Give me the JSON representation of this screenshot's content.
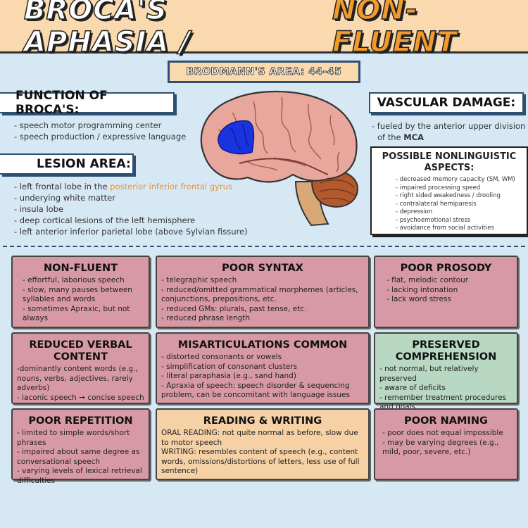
{
  "title": {
    "part1": "BROCA'S APHASIA /",
    "part2": "NON-FLUENT"
  },
  "brodmann": "BRODMANN'S AREA: 44-45",
  "function": {
    "heading": "FUNCTION OF BROCA'S:",
    "items": [
      "- speech motor programming center",
      "- speech production / expressive language"
    ]
  },
  "lesion": {
    "heading": "LESION AREA:",
    "item1_prefix": "- left frontal lobe in the ",
    "item1_highlight": "posterior inferior frontal gyrus",
    "items": [
      "- underying white matter",
      "- insula lobe",
      "- deep cortical lesions of the left hemisphere",
      "- left anterior inferior parietal lobe (above Sylvian fissure)"
    ]
  },
  "vascular": {
    "heading": "VASCULAR DAMAGE:",
    "line1": "- fueled by the anterior upper division",
    "line2_prefix": "  of the ",
    "line2_bold": "MCA"
  },
  "nonling": {
    "heading": "POSSIBLE NONLINGUISTIC ASPECTS:",
    "items": [
      "- decreased memory capacity (SM, WM)",
      "- impaired processing speed",
      "- right sided weakedness / drooling",
      "- contralateral hemiparesis",
      "- depression",
      "- psychoemotional stress",
      "- avoidance from social activities"
    ]
  },
  "colors": {
    "pink": "#d899a6",
    "green": "#b9d8c4",
    "peach": "#f5d1a5",
    "accent": "#f29a2e",
    "navy": "#2d4f73"
  },
  "cards": {
    "nonfluent": {
      "title": "NON-FLUENT",
      "lines": [
        "- effortful, laborious speech",
        "- slow, many pauses between syllables and words",
        "- sometimes Apraxic, but not always"
      ]
    },
    "syntax": {
      "title": "POOR SYNTAX",
      "lines": [
        "- telegraphic speech",
        "- reduced/omitted grammatical morphemes (articles, conjunctions, prepositions, etc.",
        "- reduced GMs: plurals, past tense, etc.",
        "- reduced phrase length"
      ]
    },
    "prosody": {
      "title": "POOR PROSODY",
      "lines": [
        "- flat, melodic contour",
        "- lacking intonation",
        "- lack word stress"
      ]
    },
    "verbal": {
      "title": "REDUCED VERBAL CONTENT",
      "lines": [
        "-dominantly content words (e.g., nouns, verbs, adjectives, rarely adverbs)"
      ],
      "iconic_prefix": "- iaconic speech ",
      "iconic_suffix": " concise speech"
    },
    "misart": {
      "title": "MISARTICULATIONS COMMON",
      "lines": [
        "- distorted consonants or vowels",
        "- simplification of consonant clusters",
        "- literal paraphasia  (e.g., sand     hand)",
        "- Apraxia of speech: speech disorder & sequencing problem, can be concomitant with language issues"
      ]
    },
    "comprehension": {
      "title": "PRESERVED COMPREHENSION",
      "lines": [
        "- not normal, but relatively preserved",
        "- aware of deficits",
        "- remember treatment procedures and goals"
      ]
    },
    "repetition": {
      "title": "POOR REPETITION",
      "lines": [
        "- limited to simple words/short phrases",
        "- impaired about same degree as conversational speech",
        "- varying levels of lexical retrieval difficulties"
      ]
    },
    "reading": {
      "title": "READING & WRITING",
      "lines": [
        "ORAL READING: not quite normal as before, slow due to motor speech",
        "WRITING: resembles content of speech (e.g., content words, omissions/distortions of letters, less use of full sentence)"
      ]
    },
    "naming": {
      "title": "POOR NAMING",
      "lines": [
        "- poor does not equal impossible",
        "- may be varying degrees (e.g., mild, poor, severe, etc.)"
      ]
    }
  }
}
